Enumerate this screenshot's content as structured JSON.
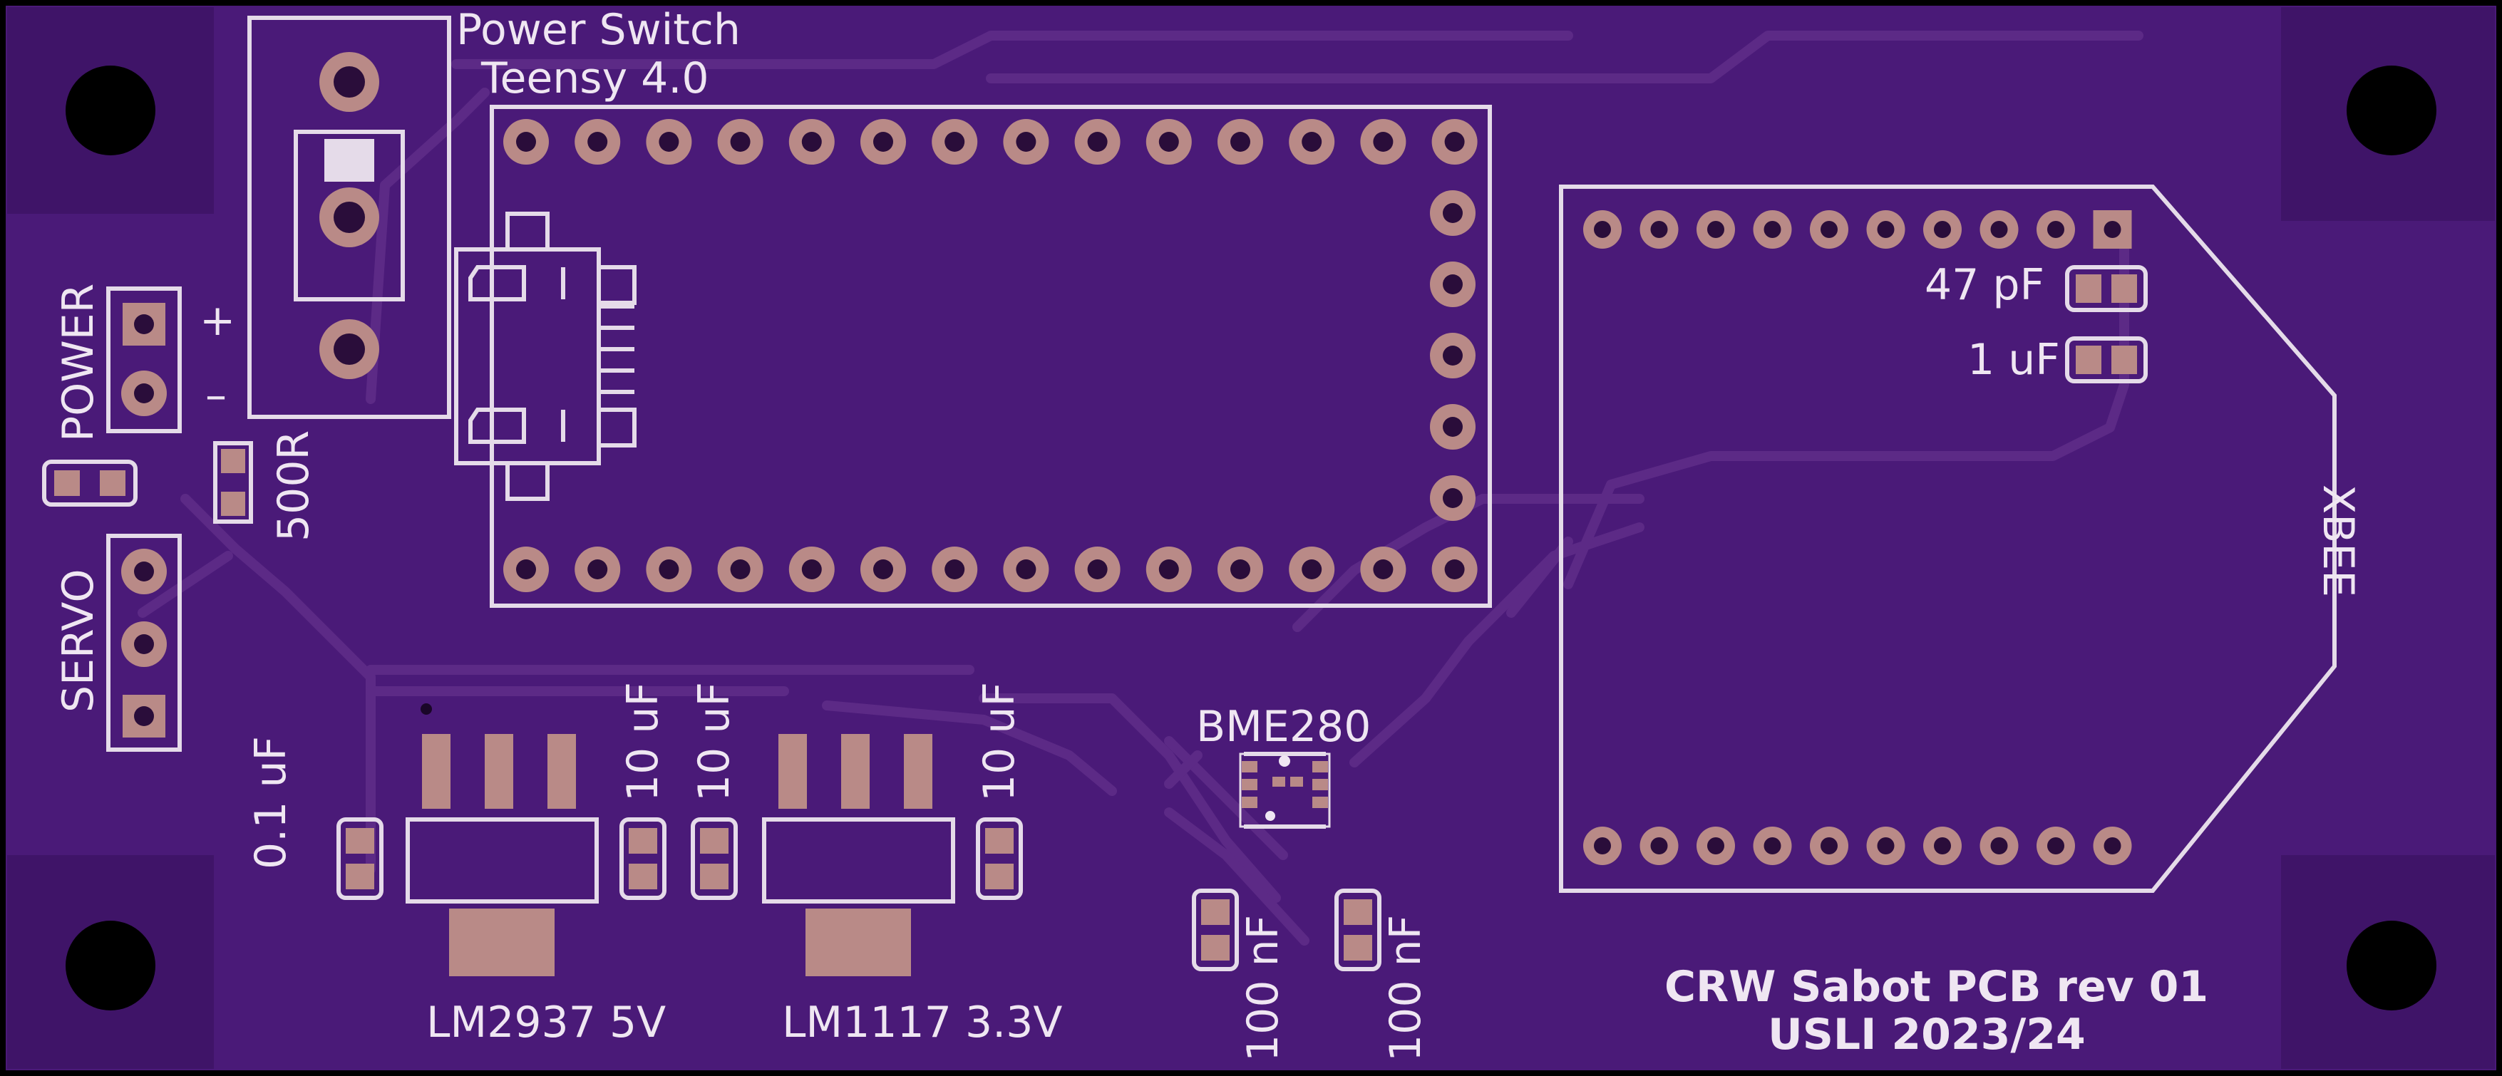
{
  "board": {
    "title_line1": "CRW Sabot PCB rev 01",
    "title_line2": "USLI 2023/24",
    "colors": {
      "soldermask": "#4a1a78",
      "copper_pour": "#3d1366",
      "silk": "#e5dbe9",
      "pad": "#b98a87",
      "edge": "#000000"
    }
  },
  "labels": {
    "power_switch": "Power Switch",
    "teensy": "Teensy 4.0",
    "power": "POWER",
    "plus": "+",
    "minus": "–",
    "r500": "500R",
    "servo": "SERVO",
    "c_01uf": "0.1 uF",
    "c_10uf_a": "10 uF",
    "c_10uf_b": "10 uF",
    "c_10uf_c": "10 uF",
    "lm2937": "LM2937  5V",
    "lm1117": "LM1117  3.3V",
    "bme280": "BME280",
    "c_100nf_a": "100 nF",
    "c_100nf_b": "100 nF",
    "c_47pf": "47 pF",
    "c_1uf": "1 uF",
    "xbee": "XBEE"
  },
  "icons": [
    "mounting-hole-icon",
    "through-hole-pad-icon",
    "smd-pad-icon"
  ]
}
